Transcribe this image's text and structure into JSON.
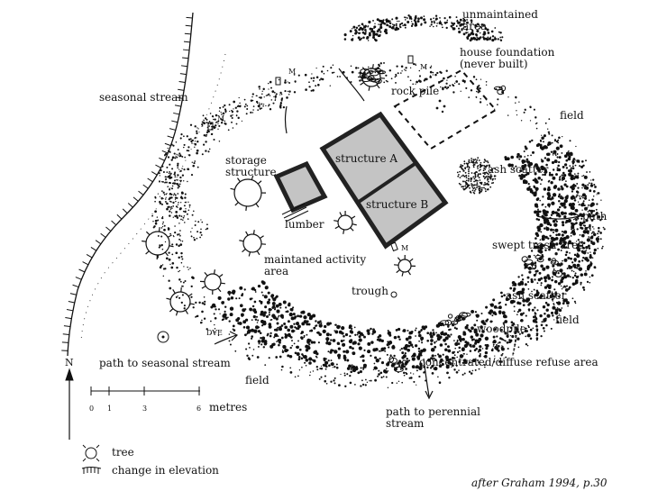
{
  "labels": {
    "unmaintained": [
      "unmaintained",
      "area"
    ],
    "house_foundation": [
      "house foundation",
      "(never built)"
    ],
    "rock_pile": "rock pile",
    "seasonal_stream": "seasonal stream",
    "field_top": "field",
    "storage_structure": [
      "storage",
      "structure"
    ],
    "structure_a": "structure A",
    "structure_b": "structure B",
    "ash_scatter_top": "ash scatter",
    "path_right": "path",
    "lumber": "lumber",
    "maintained_activity": [
      "maintaned activity",
      "area"
    ],
    "swept_trash": "swept trash area",
    "trough": "trough",
    "ash_scatter_bottom": "ash scatter",
    "field_right": "field",
    "woodpile": "woodpile",
    "path_to_seasonal_stream": "path to seasonal stream",
    "field_bottom": "field",
    "refuse_area": "concentrated/diffuse refuse area",
    "path_to_perennial": [
      "path to perennial",
      "stream"
    ],
    "marker_m": "M",
    "dve": "DVE"
  },
  "north": "N",
  "scale": {
    "ticks": [
      "0",
      "1",
      "3",
      "6"
    ],
    "unit": "metres"
  },
  "legend": {
    "tree": "tree",
    "elevation": "change in elevation"
  },
  "credit": "after Graham 1994, p.30",
  "colors": {
    "ink": "#111111",
    "structure_fill": "#c4c4c4",
    "background": "#ffffff"
  }
}
